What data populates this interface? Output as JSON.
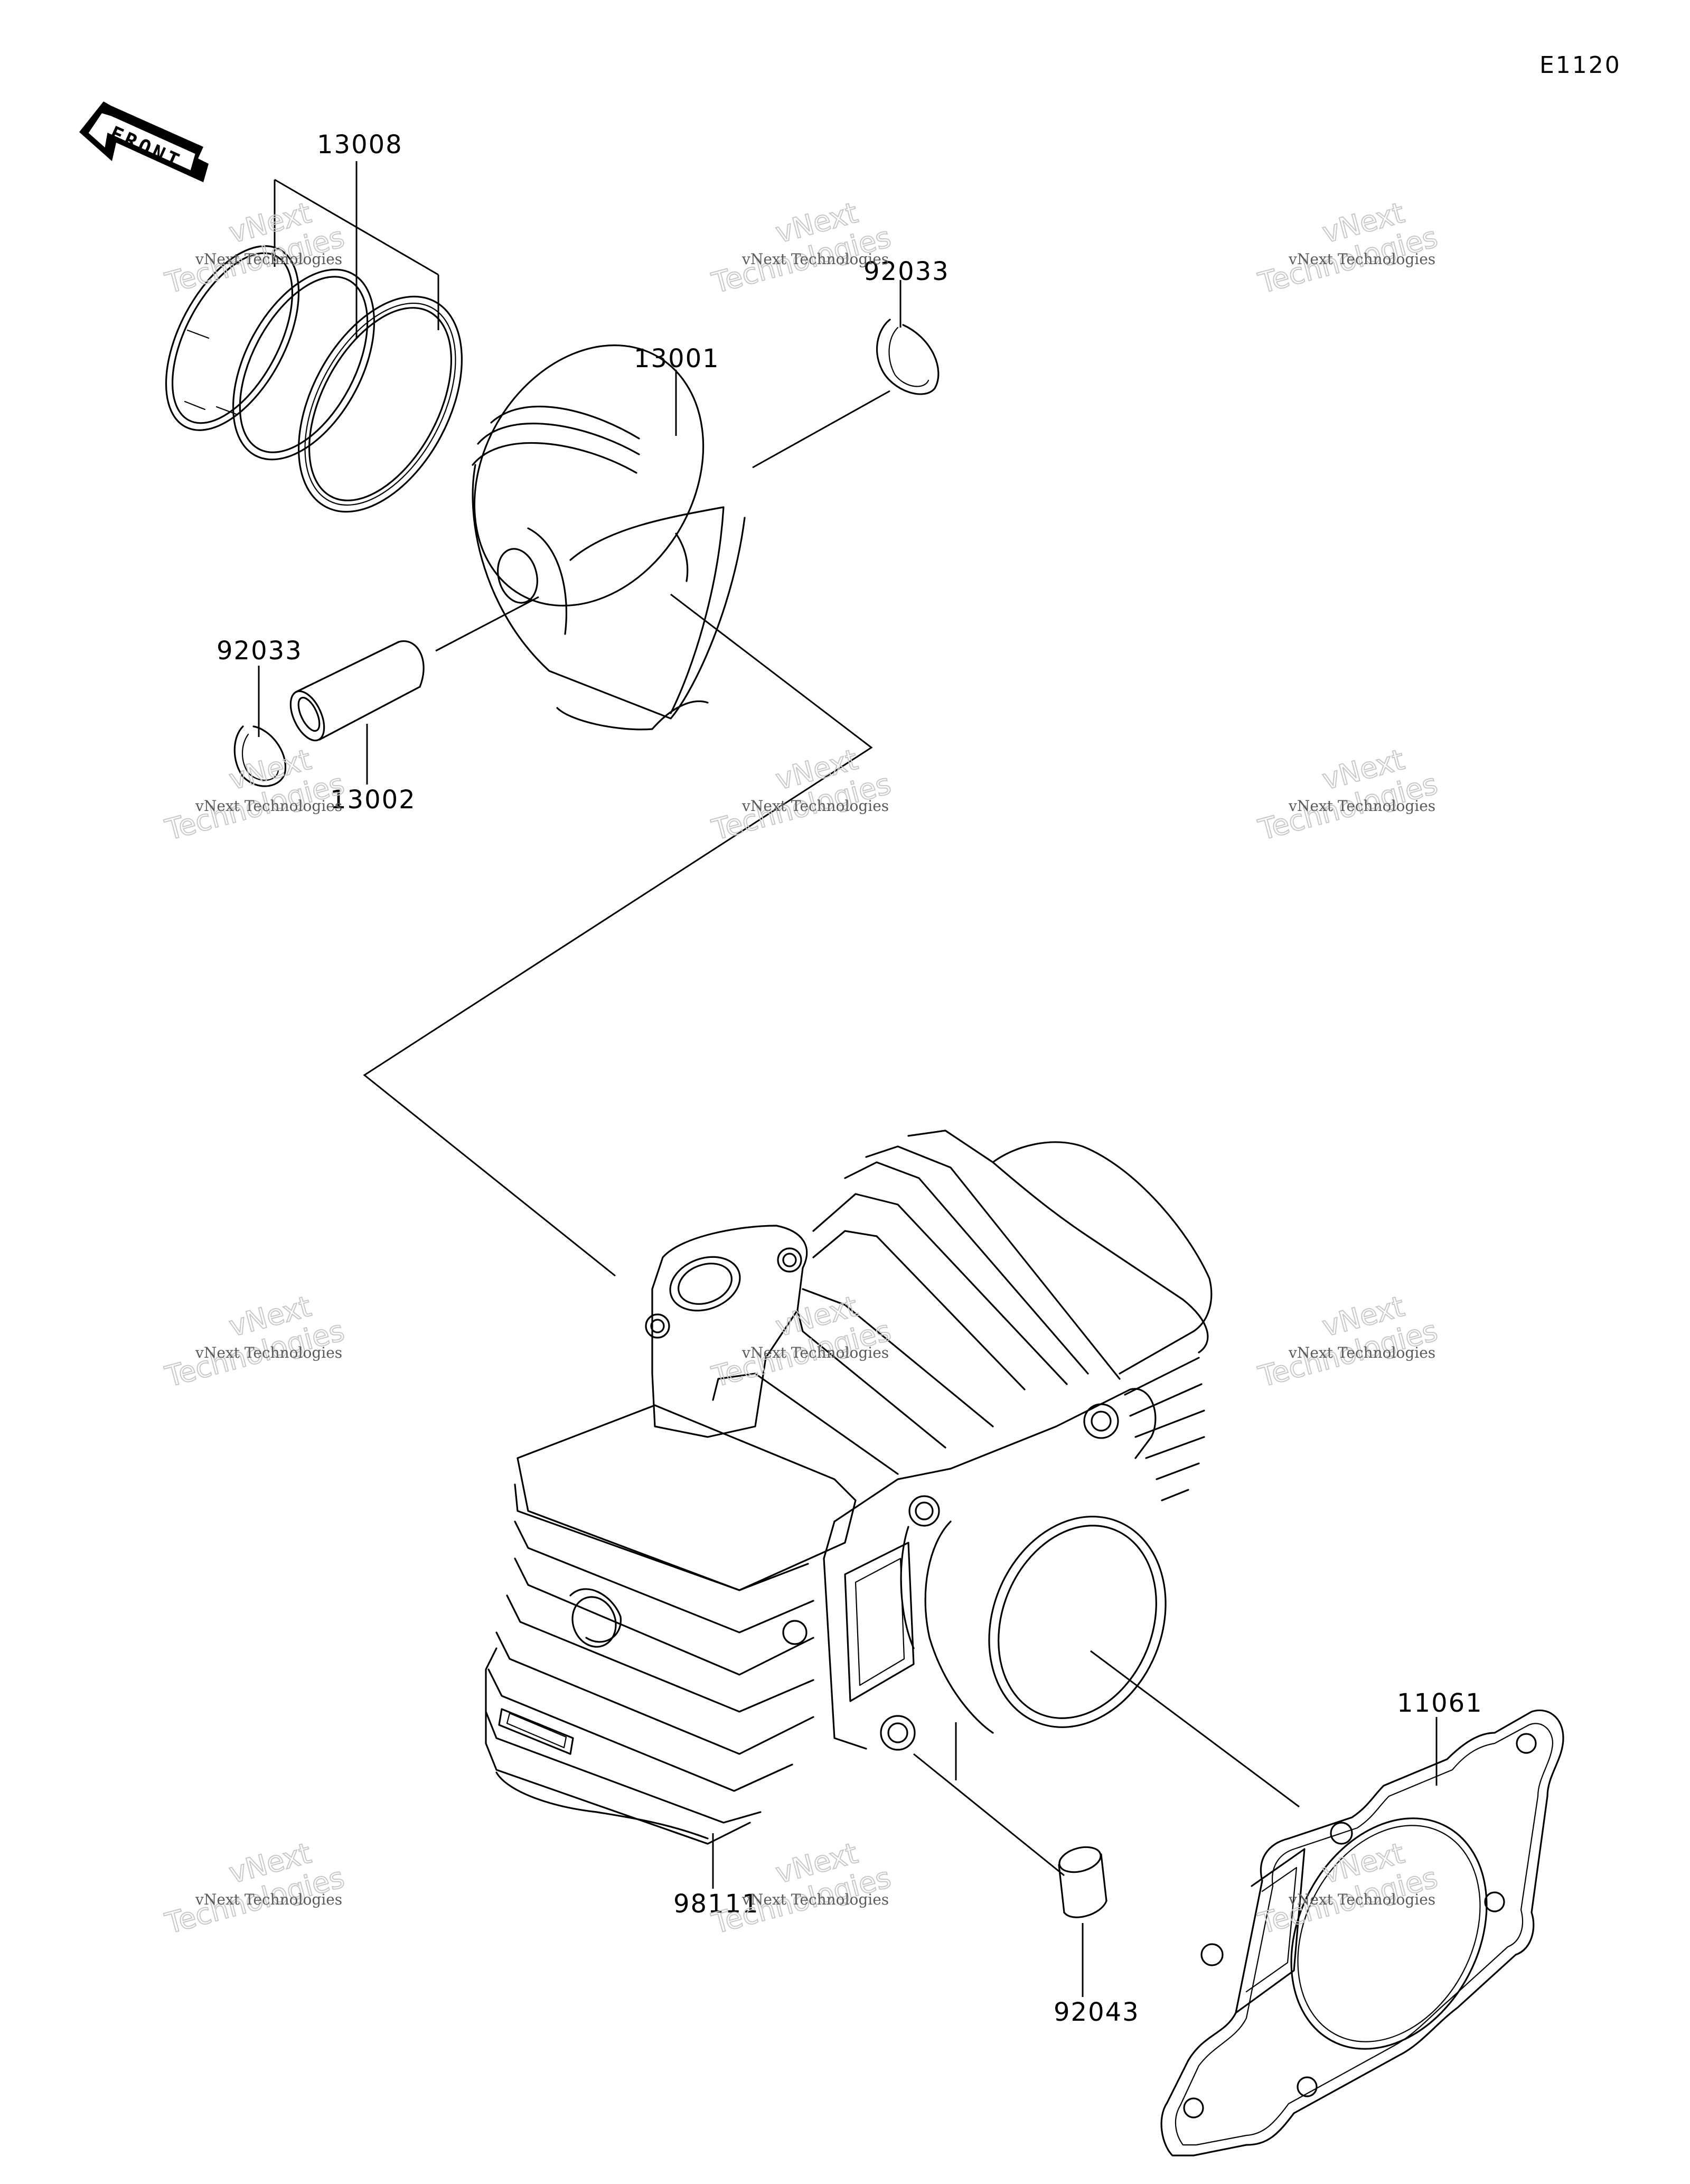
{
  "diagram_code": "E1120",
  "front_label": "FRONT",
  "watermark": {
    "line1": "vNext Technologies",
    "line2": "vNext",
    "line3": "Technologies"
  },
  "parts": [
    {
      "id": "ring",
      "number": "13008"
    },
    {
      "id": "piston",
      "number": "13001"
    },
    {
      "id": "clip-top",
      "number": "92033"
    },
    {
      "id": "clip-left",
      "number": "92033"
    },
    {
      "id": "pin",
      "number": "13002"
    },
    {
      "id": "cylinder",
      "number": "98111"
    },
    {
      "id": "dowel",
      "number": "92043"
    },
    {
      "id": "gasket",
      "number": "11061"
    }
  ]
}
